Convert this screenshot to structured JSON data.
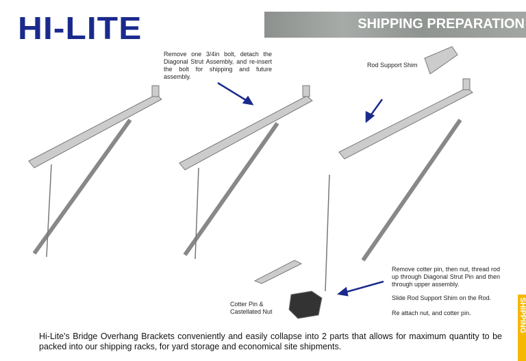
{
  "logo": "HI-LITE",
  "banner_title": "SHIPPING PREPARATION",
  "callouts": {
    "remove_bolt": "Remove one 3/4in bolt, detach the Diagonal Strut Assembly, and re-insert the bolt for shipping and future assembly.",
    "rod_shim": "Rod Support Shim",
    "cotter_pin": "Cotter Pin & Castellated Nut",
    "step1": "Remove cotter pin, then nut, thread rod up through Diagonal Strut Pin and then through upper assembly.",
    "step2": "Slide Rod Support Shim on the Rod.",
    "step3": "Re attach nut, and cotter pin."
  },
  "footer": "Hi-Lite's Bridge Overhang Brackets conveniently and easily collapse into 2 parts that allows for maximum quantity to be packed into our shipping racks, for yard storage and economical site shipments.",
  "side_tab": "SHIPPING",
  "colors": {
    "logo": "#1a2a8c",
    "arrow": "#1a2a8c",
    "tab": "#f5b800"
  }
}
